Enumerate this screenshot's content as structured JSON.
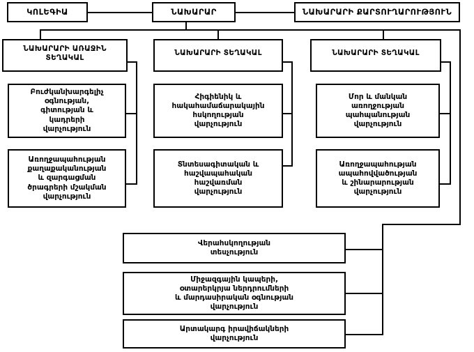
{
  "chart_title": "Ministry organizational structure chart",
  "nodes": {
    "collegium": "ԿՈԼԵԳԻԱ",
    "minister": "ՆԱԽԱՐԱՐ",
    "secretariat": "ՆԱԽԱՐԱՐԻ ՔԱՐՏՈՒՂԱՐՈՒԹՅՈՒՆ",
    "first_deputy": "ՆԱԽԱՐԱՐԻ ԱՌԱՋԻՆ\nՏԵՂԱԿԱԼ",
    "deputy_2": "ՆԱԽԱՐԱՐԻ ՏԵՂԱԿԱԼ",
    "deputy_3": "ՆԱԽԱՐԱՐԻ ՏԵՂԱԿԱԼ",
    "dept_1": "Բուժկանխարգելիչ\nօգնության,\nգիտության և\nկադրերի\nվարչություն",
    "dept_2": "Առողջապահության\nքաղաքականության\nև զարգացման\nծրագրերի մշակման\nվարչություն",
    "dept_3": "Հիգիենիկ և\nհակահամաճարակային\nհսկողության\nվարչություն",
    "dept_4": "Տնտեսագիտական և\nհաշվապահական\nհաշվառման\nվարչություն",
    "dept_5": "Մոր և մանկան\nառողջության\nպահպանության\nվարչություն",
    "dept_6": "Առողջապահության\nապահովվածության\nև շինարարության\nվարչություն",
    "dept_7": "Վերահսկողության\nտեսչություն",
    "dept_8": "Միջազգային կապերի,\nօտարերկրյա ներդրումների\nև մարդասիրական օգնության\nվարչություն",
    "dept_9": "Արտակարգ իրավիճակների\nվարչություն"
  },
  "colors": {
    "line": "#000000",
    "box_border": "#000000",
    "box_fill": "#ffffff",
    "text": "#000000"
  }
}
